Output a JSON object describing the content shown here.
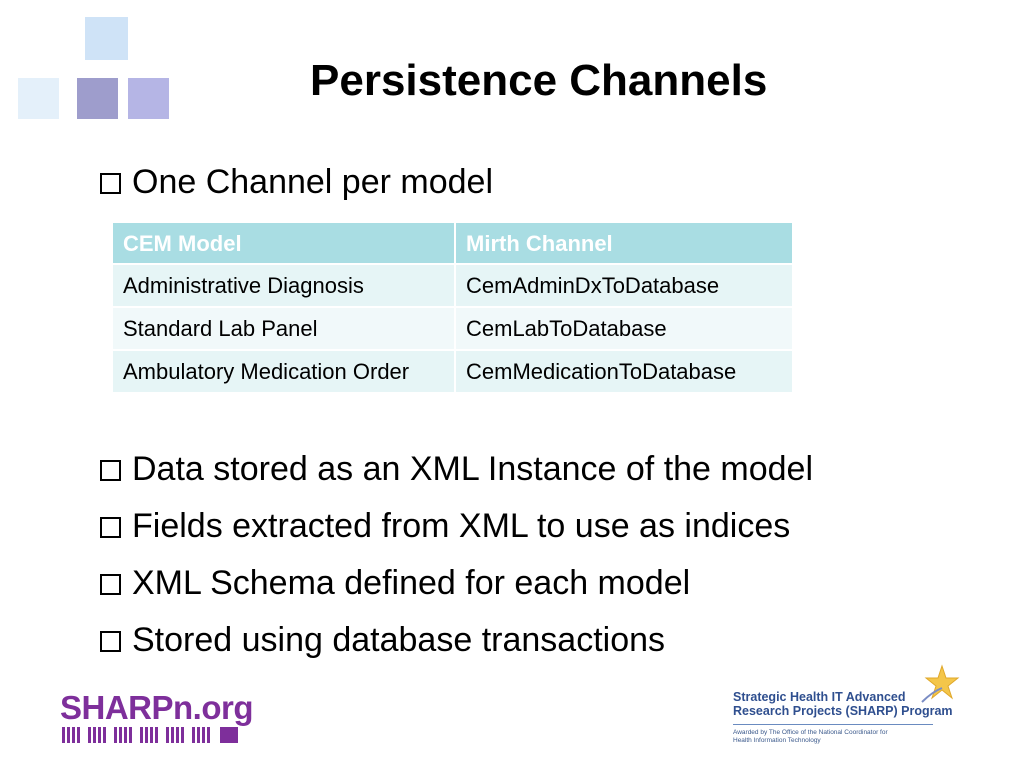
{
  "title": "Persistence Channels",
  "bullets_top": [
    "One Channel per model"
  ],
  "table": {
    "headers": [
      "CEM Model",
      "Mirth Channel"
    ],
    "rows": [
      [
        "Administrative Diagnosis",
        "CemAdminDxToDatabase"
      ],
      [
        "Standard Lab Panel",
        "CemLabToDatabase"
      ],
      [
        "Ambulatory Medication Order",
        "CemMedicationToDatabase"
      ]
    ]
  },
  "bullets_bottom": [
    "Data stored as an XML Instance of the model",
    "Fields extracted from XML to use as indices",
    "XML Schema defined for each model",
    "Stored using database transactions"
  ],
  "footer": {
    "logo_left": "SHARPn.org",
    "logo_right_line1": "Strategic Health IT Advanced",
    "logo_right_line2": "Research Projects (SHARP) Program",
    "logo_right_line3": "Awarded by The Office of the National Coordinator for",
    "logo_right_line4": "Health Information Technology"
  },
  "colors": {
    "table_header": "#a9dde3",
    "table_row": "#e6f5f6",
    "logo_purple": "#7e2f9b",
    "sharp_blue": "#2f4f8f"
  }
}
